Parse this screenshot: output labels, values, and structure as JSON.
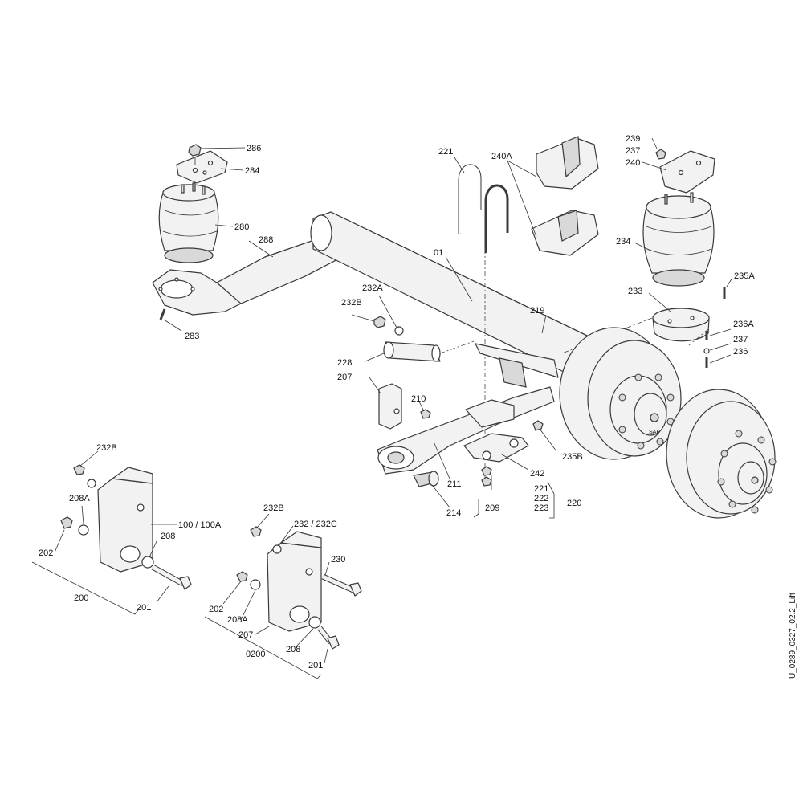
{
  "drawing_id": "U_0289_0327_02.2_Lift",
  "callouts": {
    "c286": "286",
    "c284": "284",
    "c280": "280",
    "c288": "288",
    "c283": "283",
    "c221a": "221",
    "c240A": "240A",
    "c01": "01",
    "c239": "239",
    "c237a": "237",
    "c240": "240",
    "c234": "234",
    "c235A": "235A",
    "c233": "233",
    "c236A": "236A",
    "c237b": "237",
    "c236": "236",
    "c232A": "232A",
    "c232Ba": "232B",
    "c228": "228",
    "c219": "219",
    "c207a": "207",
    "c210": "210",
    "c235B": "235B",
    "c242": "242",
    "c211": "211",
    "c214": "214",
    "c209": "209",
    "c221b": "221",
    "c222": "222",
    "c223": "223",
    "c220": "220",
    "c232Bb": "232B",
    "c208Aa": "208A",
    "c100": "100 / 100A",
    "c208a": "208",
    "c202a": "202",
    "c200": "200",
    "c201a": "201",
    "c232Bc": "232B",
    "c232": "232 / 232C",
    "c230": "230",
    "c202b": "202",
    "c208Ab": "208A",
    "c207b": "207",
    "c0200": "0200",
    "c208b": "208",
    "c201b": "201"
  },
  "hub_marking": "SAF"
}
